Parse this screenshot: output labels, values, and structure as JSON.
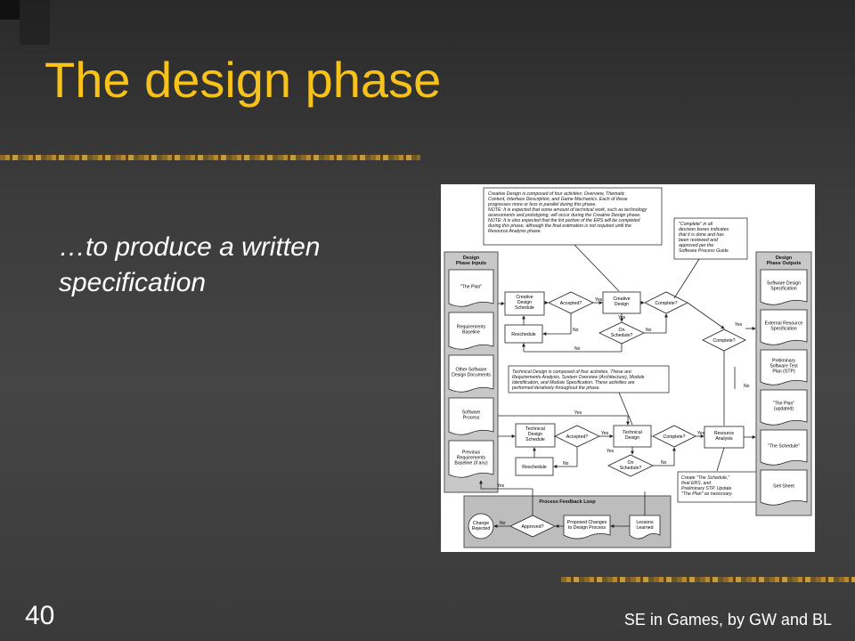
{
  "slide": {
    "title": "The design phase",
    "subtitle": "…to produce a written specification",
    "number": "40",
    "footer": "SE in Games, by GW and BL"
  },
  "diagram": {
    "creative_note": [
      "Creative Design is composed of four activities: Overview, Thematic",
      "Content, Interface Description, and Game Mechanics. Each of these",
      "progresses more or less in parallel during this phase.",
      "NOTE: It is expected that some amount of technical work, such as technology",
      "assessments and prototyping, will occur during the Creative Design phase.",
      "NOTE: It is also expected that the list portion of the ERS will be completed",
      "during this phase, although the final estimation is not required until the",
      "Resource Analysis phase."
    ],
    "complete_note": [
      "\"Complete\" in all",
      "decision boxes indicates",
      "that it is done and has",
      "been reviewed and",
      "approved per the",
      "Software Process Guide"
    ],
    "technical_note": [
      "Technical Design is composed of four activities. These are:",
      "Requirements Analysis, System Overview (Architecture), Module",
      "Identification, and Module Specification. These activities are",
      "performed iteratively throughout the phase."
    ],
    "schedule_note": [
      "Create \"The Schedule,\"",
      "final ERS, and",
      "Preliminary STP. Update",
      "\"The Plan\" as necessary."
    ],
    "inputs_title": [
      "Design",
      "Phase Inputs"
    ],
    "inputs": [
      [
        "\"The Plan\""
      ],
      [
        "Requirements",
        "Baseline"
      ],
      [
        "Other Software",
        "Design Documents"
      ],
      [
        "Software",
        "Process"
      ],
      [
        "Previous",
        "Requirements",
        "Baseline (if any)"
      ]
    ],
    "outputs_title": [
      "Design",
      "Phase Outputs"
    ],
    "outputs": [
      [
        "Software Design",
        "Specification"
      ],
      [
        "External Resource",
        "Specification"
      ],
      [
        "Preliminary",
        "Software Test",
        "Plan (STP)"
      ],
      [
        "\"The Plan\"",
        "(updated)"
      ],
      [
        "\"The Schedule\""
      ],
      [
        "Sell Sheet"
      ]
    ],
    "creative_schedule": [
      "Creative",
      "Design",
      "Schedule"
    ],
    "accepted": "Accepted?",
    "creative_design": [
      "Creative",
      "Design"
    ],
    "complete": "Complete?",
    "reschedule": "Reschedule",
    "on_schedule": [
      "On",
      "Schedule?"
    ],
    "technical_schedule": [
      "Technical",
      "Design",
      "Schedule"
    ],
    "technical_design": [
      "Technical",
      "Design"
    ],
    "resource_analysis": [
      "Resource",
      "Analysis"
    ],
    "feedback_title": "Process Feedback Loop",
    "change_rejected": [
      "Change",
      "Rejected"
    ],
    "approved": "Approved?",
    "proposed_changes": [
      "Proposed Changes",
      "to Design Process"
    ],
    "lessons_learned": [
      "Lessons",
      "Learned"
    ],
    "yes": "Yes",
    "no": "No"
  }
}
